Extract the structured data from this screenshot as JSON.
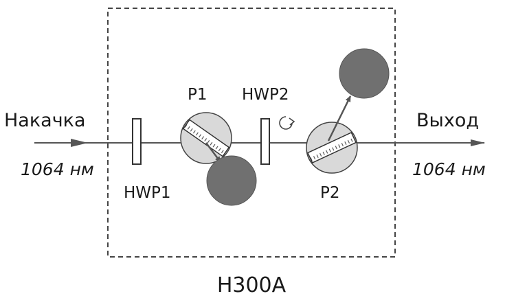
{
  "diagram": {
    "box_label": "H300A",
    "input": {
      "label": "Накачка",
      "wavelength": "1064 нм"
    },
    "output": {
      "label": "Выход",
      "wavelength": "1064 нм"
    },
    "components": {
      "hwp1": "HWP1",
      "hwp2": "HWP2",
      "p1": "P1",
      "p2": "P2"
    },
    "colors": {
      "line": "#555555",
      "stroke": "#333333",
      "polarizer_fill": "#d9d9d9",
      "dump_fill": "#707070",
      "box_border": "#444444"
    },
    "icons": {
      "hwp2_rotation": "rotate-arrow-icon"
    }
  }
}
